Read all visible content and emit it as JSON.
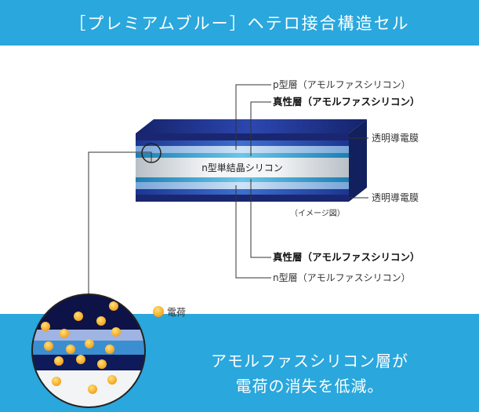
{
  "header": {
    "title": "［プレミアムブルー］ヘテロ接合構造セル"
  },
  "labels": {
    "p_layer": "p型層（アモルファスシリコン）",
    "intrinsic_top": "真性層（アモルファスシリコン）",
    "tco_top": "透明導電膜",
    "core": "n型単結晶シリコン",
    "tco_bottom": "透明導電膜",
    "image_note": "（イメージ図）",
    "intrinsic_bottom": "真性層（アモルファスシリコン）",
    "n_layer": "n型層（アモルファスシリコン）"
  },
  "legend": {
    "charge_label": "電荷"
  },
  "footer": {
    "line1": "アモルファスシリコン層が",
    "line2": "電荷の消失を低減。"
  },
  "colors": {
    "accent": "#2aa7dd",
    "dark_blue": "#1b2a78",
    "charge": "#f5a623"
  }
}
